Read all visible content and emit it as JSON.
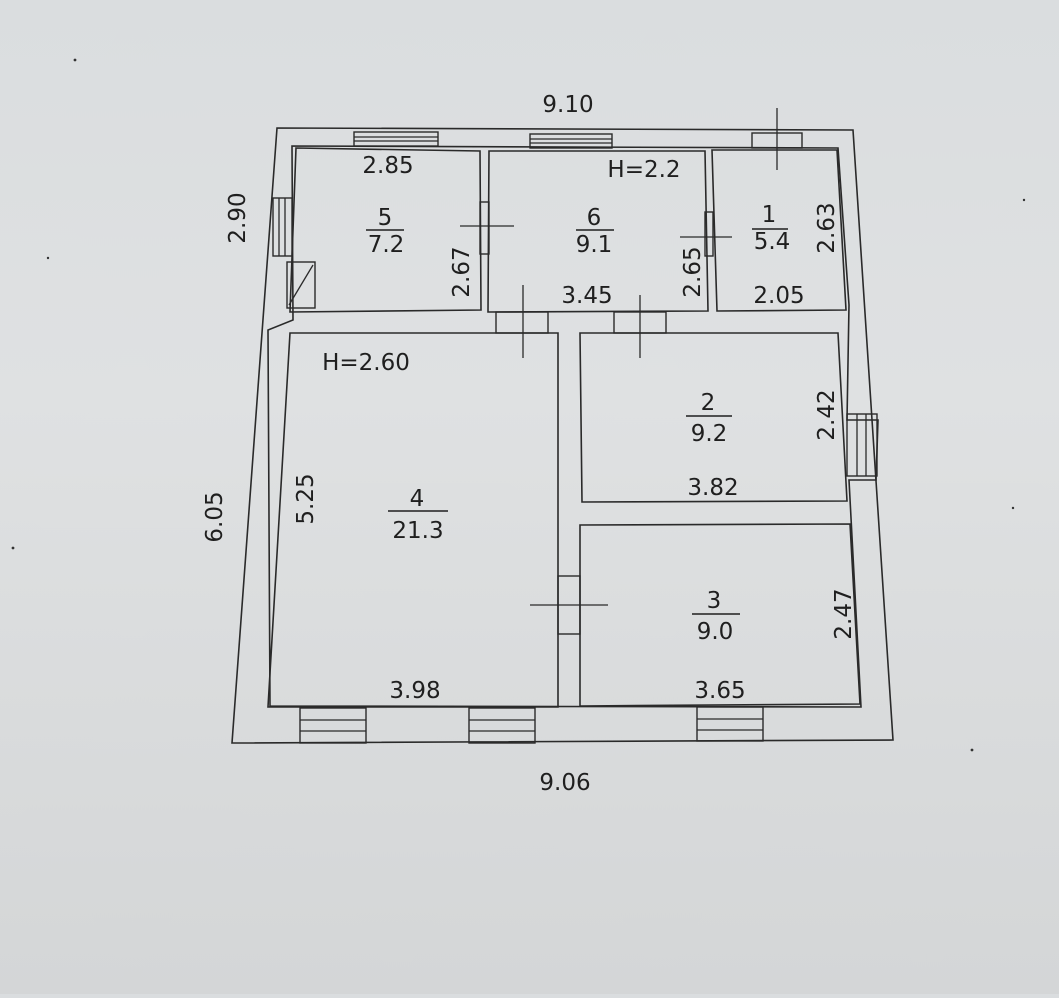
{
  "plan": {
    "overall": {
      "top_width": "9.10",
      "bottom_width": "9.06",
      "left_upper_height": "2.90",
      "left_lower_height": "6.05"
    },
    "ceiling_heights": {
      "upper_block": "H=2.2",
      "lower_block": "H=2.60"
    },
    "rooms": [
      {
        "number": "5",
        "area": "7.2",
        "width": "2.85",
        "depth": "2.67"
      },
      {
        "number": "6",
        "area": "9.1",
        "width": "3.45",
        "depth": "2.65"
      },
      {
        "number": "1",
        "area": "5.4",
        "width": "2.05",
        "depth": "2.63"
      },
      {
        "number": "4",
        "area": "21.3",
        "width": "3.98",
        "depth": "5.25"
      },
      {
        "number": "2",
        "area": "9.2",
        "width": "3.82",
        "depth": "2.42"
      },
      {
        "number": "3",
        "area": "9.0",
        "width": "3.65",
        "depth": "2.47"
      }
    ]
  }
}
